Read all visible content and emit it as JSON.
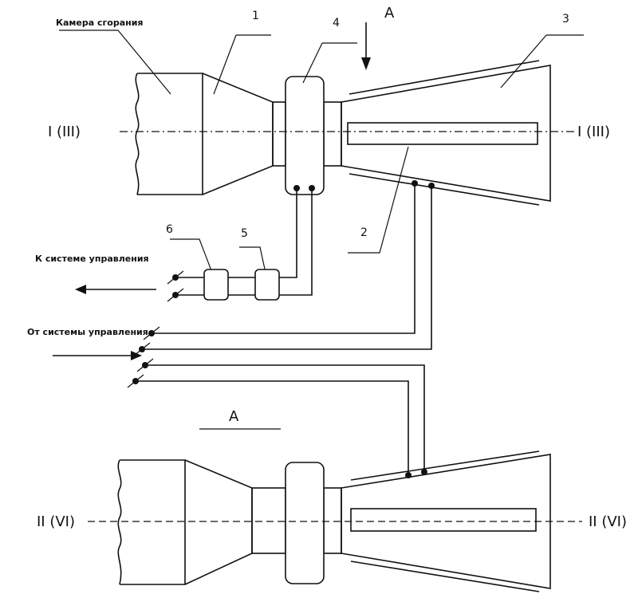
{
  "labels": {
    "combustion_chamber": "Камера сгорания",
    "to_control_system": "К системе управления",
    "from_control_system": "От системы управления",
    "axis_top": "I (III)",
    "axis_bottom": "II (VI)",
    "view_a": "A"
  },
  "callouts": [
    "1",
    "2",
    "3",
    "4",
    "5",
    "6"
  ]
}
